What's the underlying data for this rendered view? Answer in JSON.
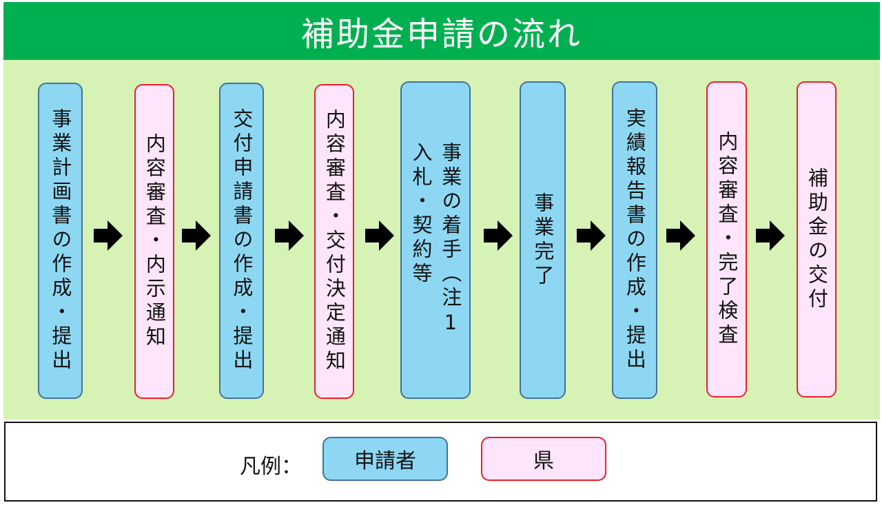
{
  "title": "補助金申請の流れ",
  "steps": [
    {
      "lines": [
        "事業計画書の作成・提出"
      ],
      "actor": "applicant"
    },
    {
      "lines": [
        "内容審査・内示通知"
      ],
      "actor": "prefecture"
    },
    {
      "lines": [
        "交付申請書の作成・提出"
      ],
      "actor": "applicant"
    },
    {
      "lines": [
        "内容審査・交付決定通知"
      ],
      "actor": "prefecture"
    },
    {
      "lines": [
        "事業の着手（注1",
        "入札・契約等"
      ],
      "actor": "applicant"
    },
    {
      "lines": [
        "事業完了"
      ],
      "actor": "applicant"
    },
    {
      "lines": [
        "実績報告書の作成・提出"
      ],
      "actor": "applicant"
    },
    {
      "lines": [
        "内容審査・完了検査"
      ],
      "actor": "prefecture"
    },
    {
      "lines": [
        "補助金の交付"
      ],
      "actor": "prefecture"
    }
  ],
  "legend": {
    "label": "凡例：",
    "applicant": "申請者",
    "prefecture": "県"
  },
  "colors": {
    "title_bg": "#00b050",
    "flow_bg": "#d6f2b4",
    "applicant_fill": "#8dd7f2",
    "applicant_border": "#41719c",
    "prefecture_fill": "#ffe5fb",
    "prefecture_border": "#ee1c2c"
  },
  "connector": "arrow-right-icon"
}
